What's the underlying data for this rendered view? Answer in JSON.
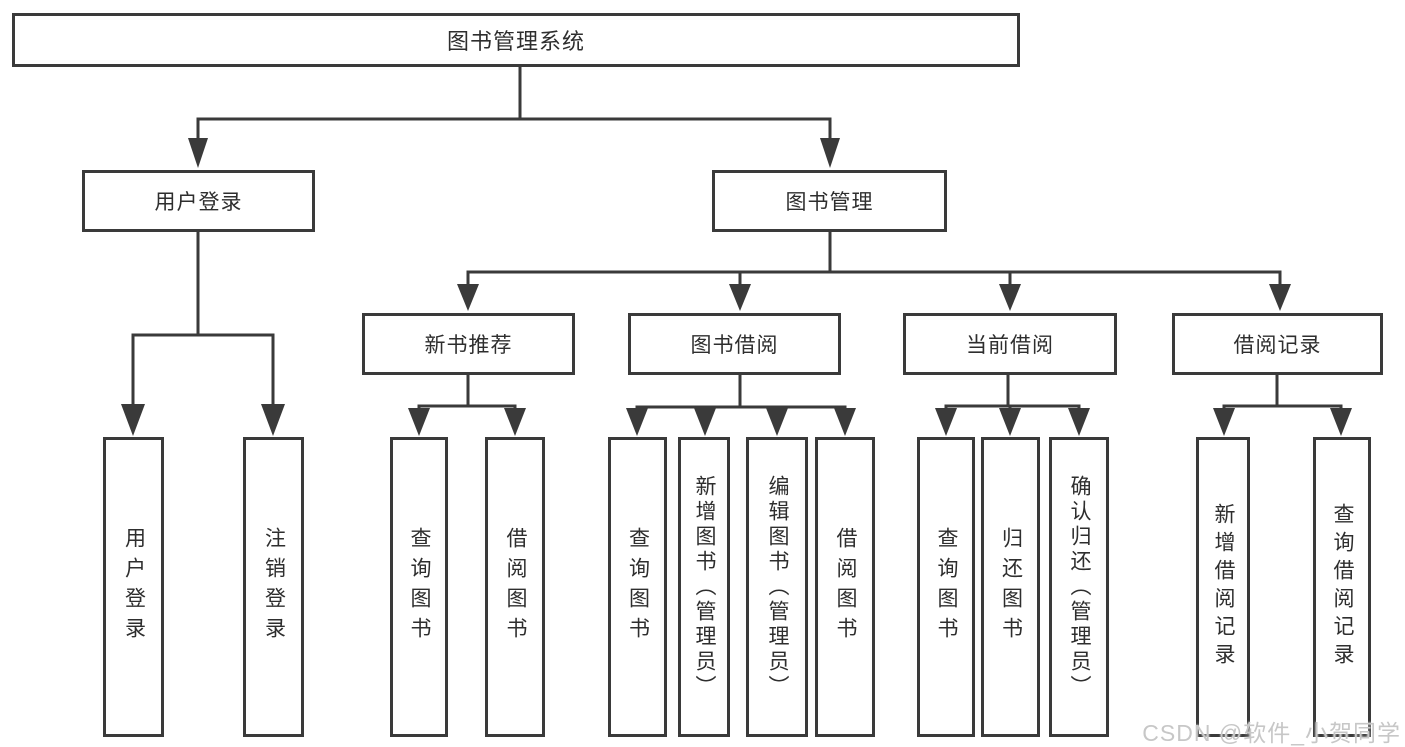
{
  "diagram": {
    "root": {
      "label": "图书管理系统"
    },
    "level2": {
      "user_login": {
        "label": "用户登录"
      },
      "book_mgmt": {
        "label": "图书管理"
      }
    },
    "level3": {
      "new_books": {
        "label": "新书推荐"
      },
      "book_borrow": {
        "label": "图书借阅"
      },
      "current_borrow": {
        "label": "当前借阅"
      },
      "borrow_records": {
        "label": "借阅记录"
      }
    },
    "leaves": {
      "user_login_leaf": {
        "label": "用户登录"
      },
      "logout_leaf": {
        "label": "注销登录"
      },
      "nb_query_books": {
        "label": "查询图书"
      },
      "nb_borrow_books": {
        "label": "借阅图书"
      },
      "bb_query_books": {
        "label": "查询图书"
      },
      "bb_add_books": {
        "label": "新增图书（管理员）"
      },
      "bb_edit_books": {
        "label": "编辑图书（管理员）"
      },
      "bb_borrow_books": {
        "label": "借阅图书"
      },
      "cb_query_books": {
        "label": "查询图书"
      },
      "cb_return_books": {
        "label": "归还图书"
      },
      "cb_confirm_return": {
        "label": "确认归还（管理员）"
      },
      "br_add_record": {
        "label": "新增借阅记录"
      },
      "br_query_record": {
        "label": "查询借阅记录"
      }
    }
  },
  "watermark": {
    "text": "CSDN @软件_小贺同学"
  },
  "colors": {
    "line": "#3a3a3a",
    "text": "#2e2e2e",
    "background": "#ffffff",
    "watermark": "#c7c7c7"
  }
}
